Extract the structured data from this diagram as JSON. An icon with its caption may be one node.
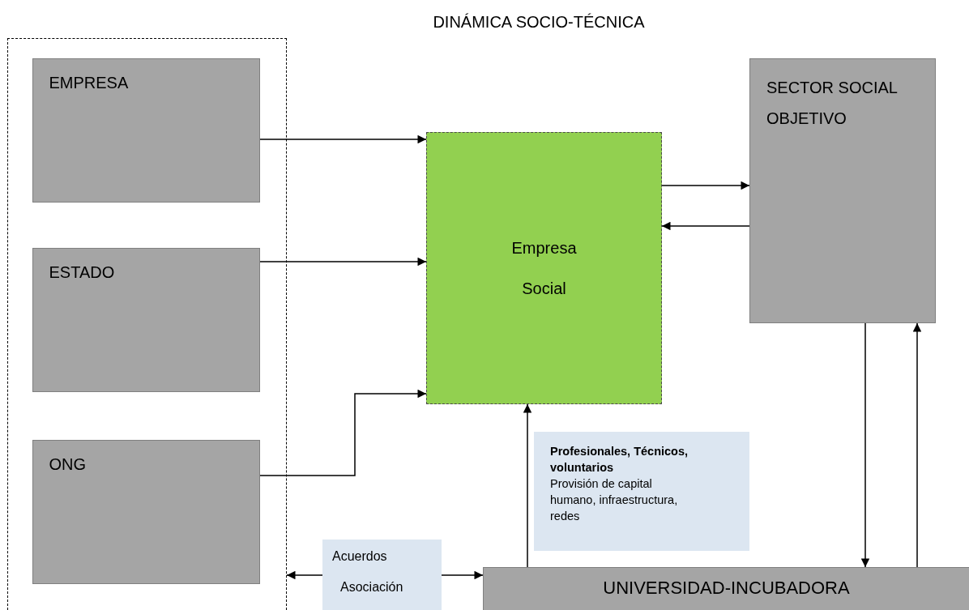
{
  "diagram": {
    "title": "DINÁMICA SOCIO-TÉCNICA",
    "nodes": [
      {
        "text": [],
        "shape": "box"
      },
      {
        "text": [
          "EMPRESA"
        ],
        "in": 0
      },
      {
        "text": [
          "ESTADO"
        ],
        "in": 0
      },
      {
        "text": [
          "ONG"
        ],
        "in": 0
      },
      {
        "text": [
          "Empresa Social"
        ]
      },
      {
        "text": [
          "SECTOR SOCIAL OBJETIVO"
        ]
      },
      {
        "text": [
          "UNIVERSIDAD-INCUBADORA"
        ]
      },
      {
        "text": [
          "Profesionales, Técnicos, voluntarios",
          "Provisión de capital humano, infraestructura, redes"
        ]
      },
      {
        "text": [
          "Acuerdos",
          "Asociación"
        ]
      }
    ],
    "edges": [
      {
        "from": 1,
        "to": 4,
        "arrow": "to"
      },
      {
        "from": 2,
        "to": 4,
        "arrow": "to"
      },
      {
        "from": 3,
        "to": 4,
        "arrow": "to"
      },
      {
        "from": 4,
        "to": 5,
        "arrow": "to"
      },
      {
        "from": 5,
        "to": 4,
        "arrow": "to"
      },
      {
        "from": 6,
        "to": 4,
        "arrow": "to"
      },
      {
        "from": 5,
        "to": 6,
        "arrow": "to"
      },
      {
        "from": 6,
        "to": 5,
        "arrow": "to"
      },
      {
        "from": 8,
        "to": 0,
        "arrow": "to"
      },
      {
        "from": 8,
        "to": 6,
        "arrow": "to"
      }
    ]
  }
}
